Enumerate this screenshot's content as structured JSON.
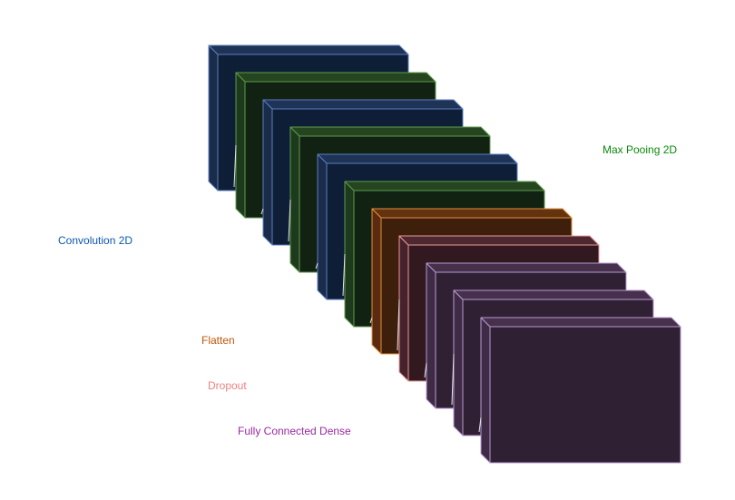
{
  "layer_types": {
    "conv": {
      "label": "Convolution 2D",
      "label_color": "#0b57b0",
      "front": "#0e1e36",
      "side": "#1a2c4a",
      "top": "#1e3356",
      "edge": "#5b7fbf"
    },
    "maxpool": {
      "label": "Max Pooing 2D",
      "label_color": "#0a8a0a",
      "front": "#112112",
      "side": "#1d3a1c",
      "top": "#24451f",
      "edge": "#5f9a4c"
    },
    "flatten": {
      "label": "Flatten",
      "label_color": "#c0560a",
      "front": "#3d1f0c",
      "side": "#5a2b10",
      "top": "#63320f",
      "edge": "#e0903c"
    },
    "dropout": {
      "label": "Dropout",
      "label_color": "#f08080",
      "front": "#321920",
      "side": "#46232c",
      "top": "#4e2830",
      "edge": "#e99a9a"
    },
    "dense": {
      "label": "Fully Connected Dense",
      "label_color": "#9a2aa0",
      "front": "#302033",
      "side": "#3f2b45",
      "top": "#46304c",
      "edge": "#b79ad1"
    }
  },
  "layers": [
    "conv",
    "maxpool",
    "conv",
    "maxpool",
    "conv",
    "maxpool",
    "flatten",
    "dropout",
    "dense",
    "dense",
    "dense"
  ]
}
